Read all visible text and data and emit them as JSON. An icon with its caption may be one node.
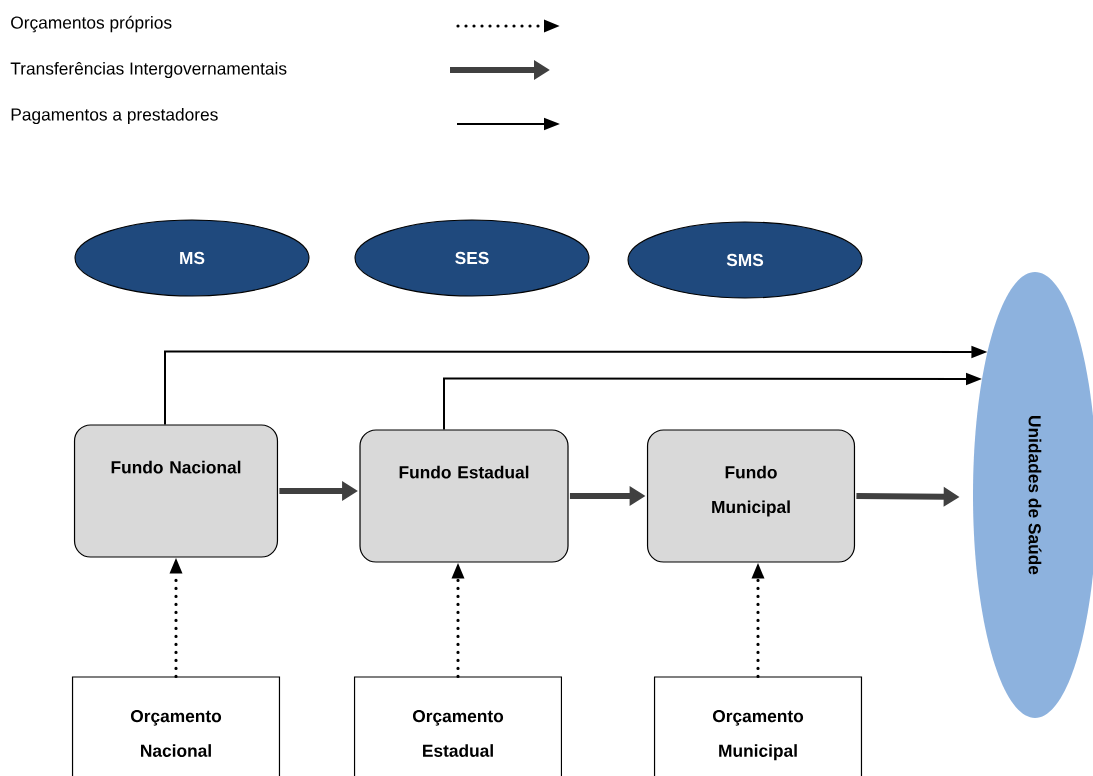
{
  "diagram": {
    "nodes": [
      {
        "text": [
          "MS"
        ]
      },
      {
        "text": [
          "SES"
        ]
      },
      {
        "text": [
          "SMS"
        ]
      },
      {
        "text": [
          "Fundo Nacional"
        ]
      },
      {
        "text": [
          "Fundo Estadual"
        ]
      },
      {
        "text": [
          "Fundo Municipal"
        ]
      },
      {
        "text": [
          "Unidades de Saúde"
        ]
      },
      {
        "text": [
          "Orçamento Nacional"
        ]
      },
      {
        "text": [
          "Orçamento Estadual"
        ]
      },
      {
        "text": [
          "Orçamento Municipal"
        ]
      }
    ],
    "edges": [
      {
        "from": 3,
        "to": 6,
        "arrow": "to"
      },
      {
        "from": 4,
        "to": 6,
        "arrow": "to"
      },
      {
        "from": 3,
        "to": 4,
        "arrow": "to",
        "style": "thick",
        "color": "#404040"
      },
      {
        "from": 4,
        "to": 5,
        "arrow": "to",
        "style": "thick",
        "color": "#404040"
      },
      {
        "from": 5,
        "to": 6,
        "arrow": "to",
        "style": "thick",
        "color": "#404040"
      },
      {
        "from": 7,
        "to": 3,
        "arrow": "to",
        "style": "dashed"
      },
      {
        "from": 8,
        "to": 4,
        "arrow": "to",
        "style": "dashed"
      },
      {
        "from": 9,
        "to": 5,
        "arrow": "to",
        "style": "dashed"
      }
    ],
    "legend": [
      {
        "text": "Orçamentos próprios"
      },
      {
        "text": "Transferências Intergovernamentais"
      },
      {
        "text": "Pagamentos a prestadores"
      }
    ]
  }
}
